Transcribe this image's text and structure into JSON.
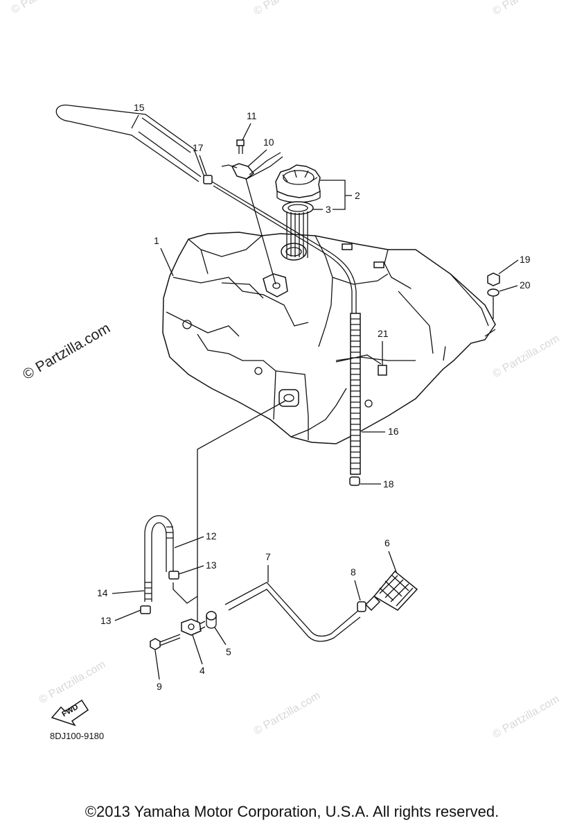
{
  "watermark": "© Partzilla.com",
  "diagram_code": "8DJ100-9180",
  "fwd_label": "FWD",
  "callouts": {
    "c1": "1",
    "c2": "2",
    "c3": "3",
    "c4": "4",
    "c5": "5",
    "c6": "6",
    "c7": "7",
    "c8": "8",
    "c9": "9",
    "c10": "10",
    "c11": "11",
    "c12": "12",
    "c13a": "13",
    "c13b": "13",
    "c14": "14",
    "c15": "15",
    "c16": "16",
    "c17": "17",
    "c18": "18",
    "c19": "19",
    "c20": "20",
    "c21": "21"
  },
  "copyright": "©2013 Yamaha Motor Corporation, U.S.A. All rights reserved."
}
